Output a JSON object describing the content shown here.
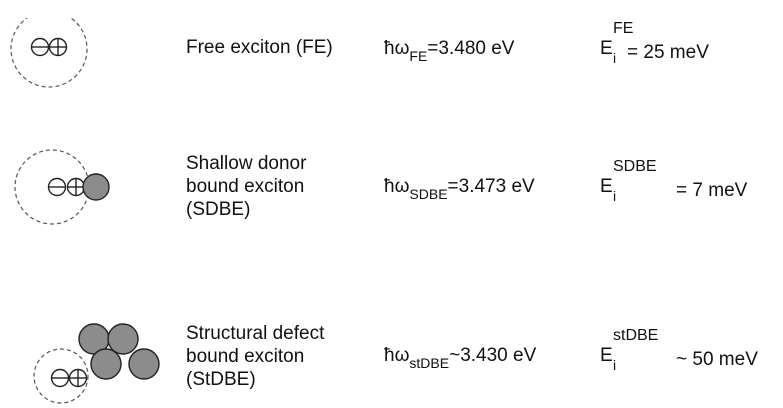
{
  "rows": [
    {
      "name_lines": [
        "Free exciton (FE)"
      ],
      "energy": {
        "prefix": "ħω",
        "sub": "FE",
        "rel": "=",
        "value": "3.480 eV"
      },
      "ionization": {
        "base": "E",
        "sub": "i",
        "sup": "FE",
        "rel": "=",
        "value": "25 meV"
      }
    },
    {
      "name_lines": [
        "Shallow donor",
        "bound exciton",
        "(SDBE)"
      ],
      "energy": {
        "prefix": "ħω",
        "sub": "SDBE",
        "rel": "=",
        "value": "3.473 eV"
      },
      "ionization": {
        "base": "E",
        "sub": "i",
        "sup": "SDBE",
        "rel": "=",
        "value": "7 meV"
      }
    },
    {
      "name_lines": [
        "Structural defect",
        "bound exciton",
        "(StDBE)"
      ],
      "energy": {
        "prefix": "ħω",
        "sub": "stDBE",
        "rel": "~",
        "value": "3.430 eV"
      },
      "ionization": {
        "base": "E",
        "sub": "i",
        "sup": "stDBE",
        "rel": "~",
        "value": "50 meV"
      }
    }
  ],
  "colors": {
    "defect_fill": "#8c8c8c",
    "line": "#222222",
    "dashed": "#555555"
  },
  "icons": [
    "electron-minus-circle-icon",
    "hole-plus-circle-icon",
    "donor-atom-icon",
    "defect-cluster-icon"
  ]
}
